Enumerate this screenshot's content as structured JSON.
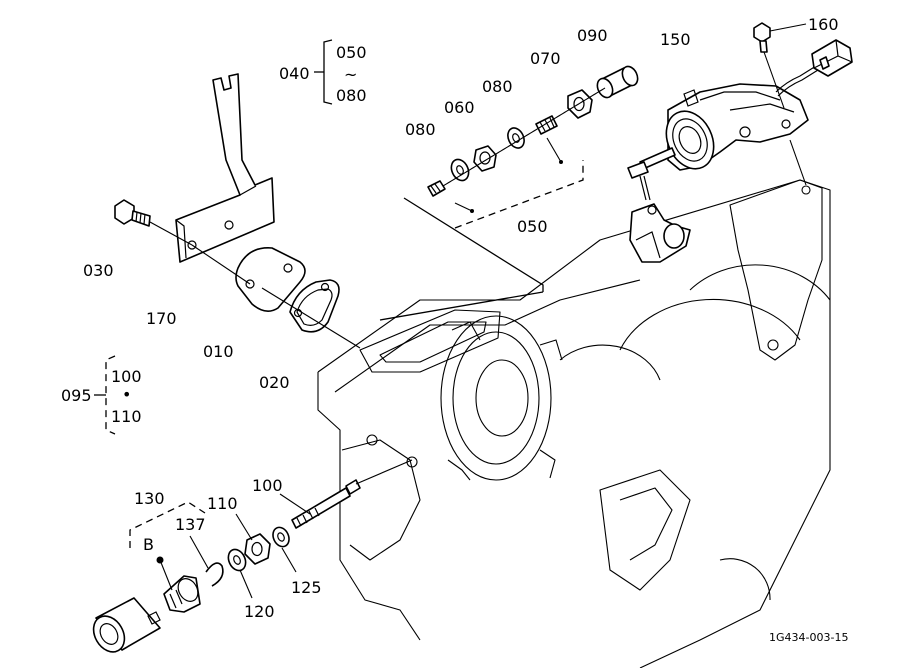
{
  "labels": {
    "p010": "010",
    "p020": "020",
    "p030": "030",
    "p040": "040",
    "p050": "050",
    "p050b": "050",
    "p060": "060",
    "p070": "070",
    "p080": "080",
    "p080b": "080",
    "p080c": "080",
    "p090": "090",
    "p095": "095",
    "p100": "100",
    "p100b": "100",
    "p110": "110",
    "p110b": "110",
    "p120": "120",
    "p125": "125",
    "p130": "130",
    "p137": "137",
    "p150": "150",
    "p160": "160",
    "p170": "170",
    "refB": "B",
    "range_sep": "~",
    "dot_sep": "•"
  },
  "figure_code": "1G434-003-15"
}
